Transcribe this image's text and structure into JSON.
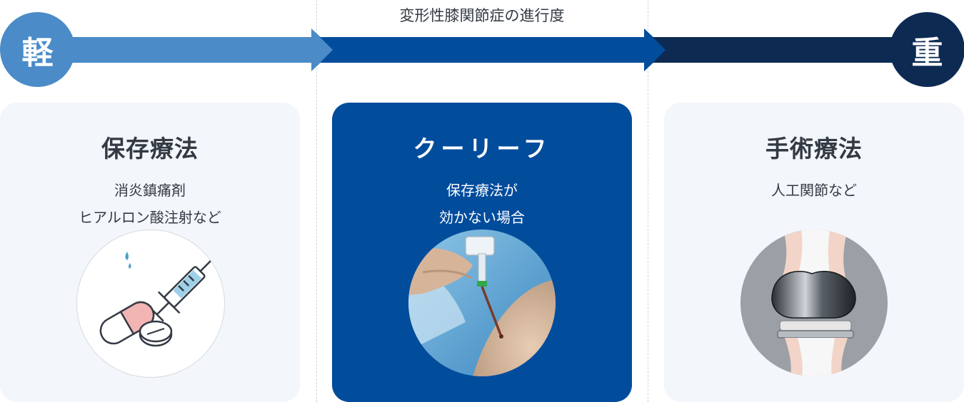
{
  "header": {
    "title": "変形性膝関節症の進行度"
  },
  "scale": {
    "light_label": "軽",
    "heavy_label": "重"
  },
  "colors": {
    "light_blue": "#4a8bc8",
    "mid_blue": "#024c9c",
    "dark_navy": "#0d2a52",
    "card_bg": "#f3f6fa"
  },
  "stages": [
    {
      "title": "保存療法",
      "desc_lines": [
        "消炎鎮痛剤",
        "ヒアルロン酸注射など"
      ],
      "icon": "medicine-syringe-icon"
    },
    {
      "title": "クーリーフ",
      "desc_lines": [
        "保存療法が",
        "効かない場合"
      ],
      "icon": "needle-procedure-photo"
    },
    {
      "title": "手術療法",
      "desc_lines": [
        "人工関節など"
      ],
      "icon": "artificial-knee-joint-icon"
    }
  ]
}
